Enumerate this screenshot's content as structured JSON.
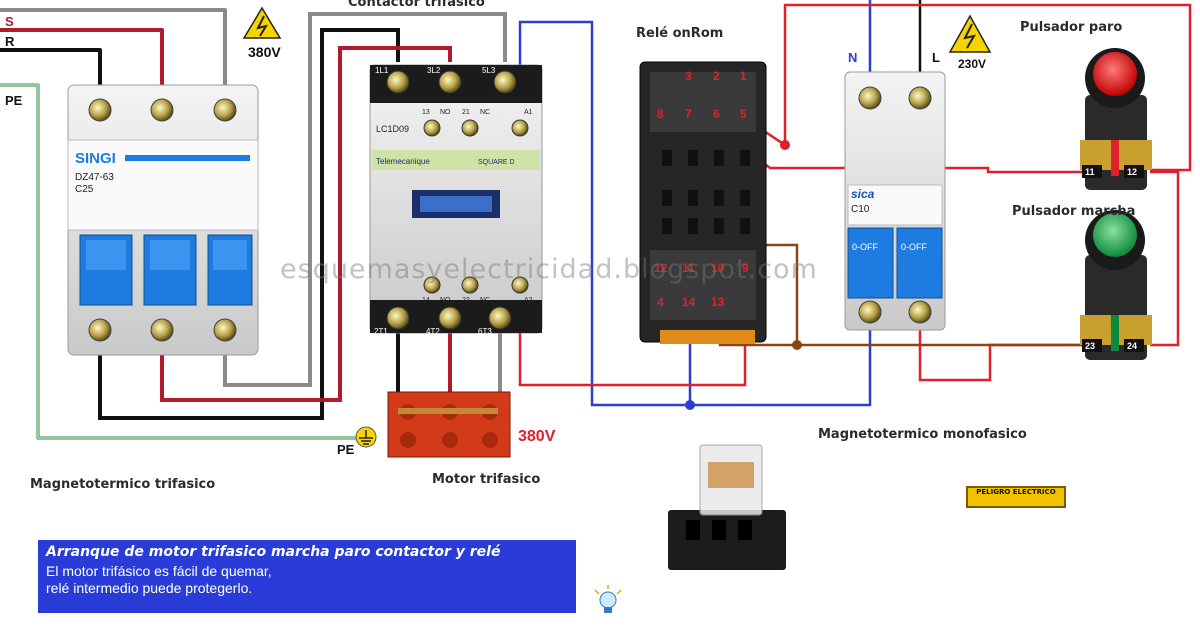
{
  "title_contactor": "Contactor trifasico",
  "title_relay": "Relé onRom",
  "pulsador_paro": "Pulsador paro",
  "pulsador_marcha": "Pulsador marcha",
  "magnetotermico_trifasico": "Magnetotermico trifasico",
  "magnetotermico_monofasico": "Magnetotermico monofasico",
  "motor_trifasico": "Motor trifasico",
  "watermark": "esquemasyelectricidad.blogspot.com",
  "phases": {
    "s": "S",
    "r": "R",
    "pe_top": "PE",
    "pe_bottom": "PE",
    "n": "N",
    "l": "L"
  },
  "voltage": {
    "main": "380V",
    "single": "230V",
    "motor": "380V"
  },
  "breaker3": {
    "brand": "SINGI",
    "model": "DZ47-63",
    "rating": "C25"
  },
  "contactor": {
    "model": "LC1D09",
    "maker": "Telemecanique",
    "brand": "SQUARE D",
    "top_terms": [
      "1L1",
      "3L2",
      "5L3"
    ],
    "top_row": [
      "13",
      "NO",
      "21",
      "NC",
      "A1"
    ],
    "bot_row": [
      "14",
      "NO",
      "22",
      "NC",
      "A2"
    ],
    "bot_terms": [
      "2T1",
      "4T2",
      "6T3"
    ]
  },
  "relay_terms": {
    "r1": [
      "3",
      "2",
      "1"
    ],
    "r2": [
      "8",
      "7",
      "6",
      "5"
    ],
    "r3": [
      "12",
      "11",
      "10",
      "9"
    ],
    "r4": [
      "4",
      "14",
      "13"
    ]
  },
  "breaker1": {
    "brand": "sica",
    "rating": "C10",
    "off1": "0-OFF",
    "off2": "0-OFF"
  },
  "pulsador_terms": {
    "paro": [
      "11",
      "12"
    ],
    "marcha": [
      "23",
      "24"
    ]
  },
  "danger_sign": "PELIGRO ELECTRICO",
  "info": {
    "heading": "Arranque de motor trifasico marcha paro contactor y relé",
    "line1": "El motor trifásico es fácil de quemar,",
    "line2": "relé intermedio puede protegerlo."
  },
  "colors": {
    "phase_s": "#b01a2a",
    "phase_r": "#111111",
    "phase_t": "#8a8a8a",
    "neutral": "#2b3fd0",
    "pe": "#2f8a3a",
    "control_red": "#e0202a",
    "control_brown": "#8b4513",
    "info_bg": "#2a3cd8"
  }
}
